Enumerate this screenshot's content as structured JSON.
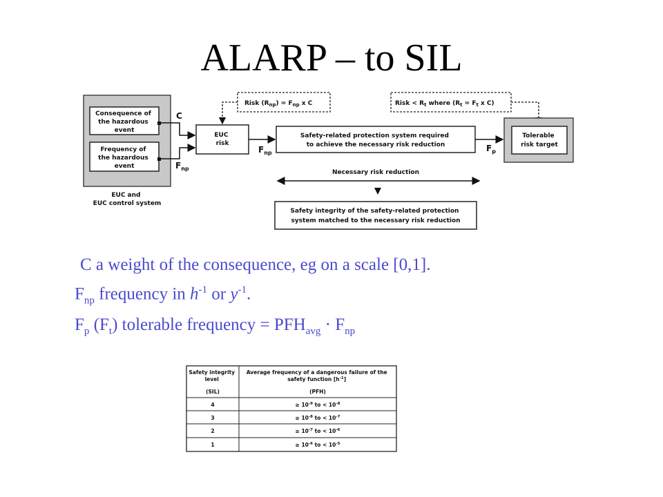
{
  "title": "ALARP – to SIL",
  "diagram": {
    "consequence": [
      "Consequence of",
      "the hazardous",
      "event"
    ],
    "frequency": [
      "Frequency of",
      "the hazardous",
      "event"
    ],
    "euc_system": [
      "EUC and",
      "EUC control system"
    ],
    "euc_risk": [
      "EUC",
      "risk"
    ],
    "risk_formula_prefix": "Risk (R",
    "risk_formula_sub": "np",
    "risk_formula_suffix": ") = F",
    "risk_formula_sub2": "np",
    "risk_formula_end": " x C",
    "tolerable_formula_prefix": "Risk < R",
    "tolerable_formula_sub": "t",
    "tolerable_formula_mid": " where (R",
    "tolerable_formula_sub2": "t",
    "tolerable_formula_mid2": " = F",
    "tolerable_formula_sub3": "t",
    "tolerable_formula_end": " x C)",
    "protection_system": [
      "Safety-related protection system required",
      "to achieve the necessary risk reduction"
    ],
    "tolerable_target": [
      "Tolerable",
      "risk target"
    ],
    "necessary_reduction": "Necessary risk reduction",
    "integrity": [
      "Safety integrity of the safety-related protection",
      "system matched to the necessary risk reduction"
    ],
    "label_c": "C",
    "label_f": "F",
    "label_np": "np",
    "label_p": "p"
  },
  "notes": {
    "line1": "C  a weight of the consequence, eg on a scale [0,1].",
    "line2_f": "F",
    "line2_sub": "np",
    "line2_text": " frequency in ",
    "line2_h": "h",
    "line2_sup1": "-1",
    "line2_or": " or ",
    "line2_y": "y",
    "line2_sup2": "-1",
    "line2_end": ".",
    "line3_f": "F",
    "line3_sub": "p",
    "line3_paren_open": " (F",
    "line3_sub2": "t",
    "line3_paren_close": ") tolerable frequency = PFH",
    "line3_sub3": "avg",
    "line3_dot": " · F",
    "line3_sub4": "np"
  },
  "sil_table": {
    "header_col1": [
      "Safety integrity",
      "level",
      "(SIL)"
    ],
    "header_col2": [
      "Average frequency of a dangerous failure of the",
      "safety function [h",
      "-1",
      "]",
      "(PFH)"
    ],
    "rows": [
      {
        "sil": "4",
        "range_lo": "10",
        "lo_exp": "-9",
        "range_hi": "10",
        "hi_exp": "-8"
      },
      {
        "sil": "3",
        "range_lo": "10",
        "lo_exp": "-8",
        "range_hi": "10",
        "hi_exp": "-7"
      },
      {
        "sil": "2",
        "range_lo": "10",
        "lo_exp": "-7",
        "range_hi": "10",
        "hi_exp": "-6"
      },
      {
        "sil": "1",
        "range_lo": "10",
        "lo_exp": "-6",
        "range_hi": "10",
        "hi_exp": "-5"
      }
    ],
    "ge": "≥ ",
    "to_lt": " to < "
  }
}
